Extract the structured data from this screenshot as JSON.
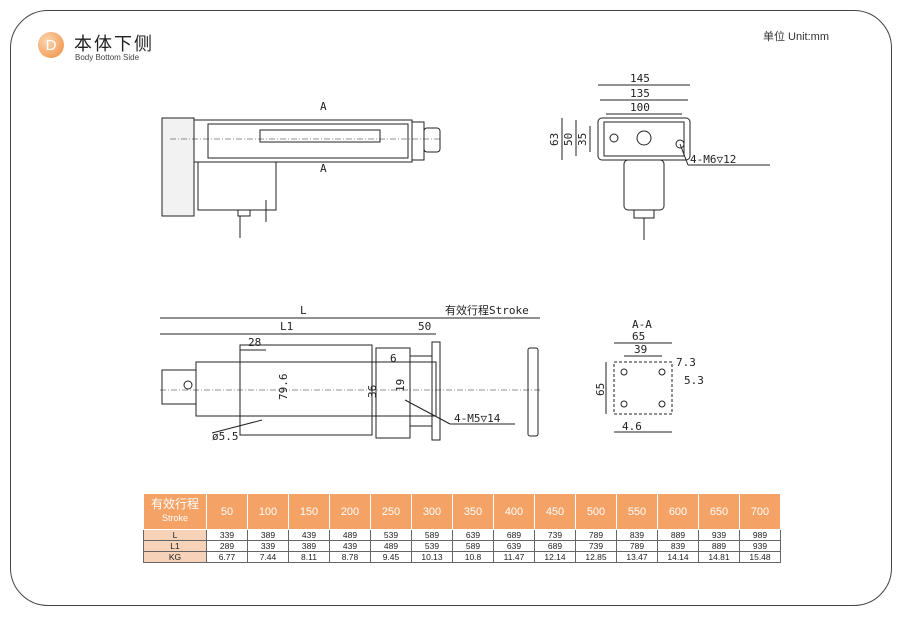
{
  "header": {
    "badge": "D",
    "title": "本体下侧",
    "subtitle": "Body Bottom Side",
    "unit": "单位 Unit:mm"
  },
  "drawing_labels": {
    "top_section_a": "A",
    "top_section_a2": "A",
    "dim_145": "145",
    "dim_135": "135",
    "dim_100": "100",
    "dim_63": "63",
    "dim_50": "50",
    "dim_35": "35",
    "thread_m6": "4-M6▽12",
    "dim_L": "L",
    "stroke": "有效行程Stroke",
    "dim_L1": "L1",
    "dim_50b": "50",
    "dim_28": "28",
    "dim_6": "6",
    "dim_79_6": "79.6",
    "dim_36": "36",
    "dim_19": "19",
    "thread_m5": "4-M5▽14",
    "dia_5_5": "ø5.5",
    "section_aa": "A-A",
    "dim_65": "65",
    "dim_39": "39",
    "dim_7_3": "7.3",
    "dim_5_3": "5.3",
    "dim_65v": "65",
    "dim_4_6": "4.6"
  },
  "table": {
    "header_cn": "有效行程",
    "header_en": "Stroke",
    "strokes": [
      "50",
      "100",
      "150",
      "200",
      "250",
      "300",
      "350",
      "400",
      "450",
      "500",
      "550",
      "600",
      "650",
      "700"
    ],
    "rows": [
      {
        "label": "L",
        "values": [
          "339",
          "389",
          "439",
          "489",
          "539",
          "589",
          "639",
          "689",
          "739",
          "789",
          "839",
          "889",
          "939",
          "989"
        ]
      },
      {
        "label": "L1",
        "values": [
          "289",
          "339",
          "389",
          "439",
          "489",
          "539",
          "589",
          "639",
          "689",
          "739",
          "789",
          "839",
          "889",
          "939"
        ]
      },
      {
        "label": "KG",
        "values": [
          "6.77",
          "7.44",
          "8.11",
          "8.78",
          "9.45",
          "10.13",
          "10.8",
          "11.47",
          "12.14",
          "12.85",
          "13.47",
          "14.14",
          "14.81",
          "15.48"
        ]
      }
    ]
  }
}
